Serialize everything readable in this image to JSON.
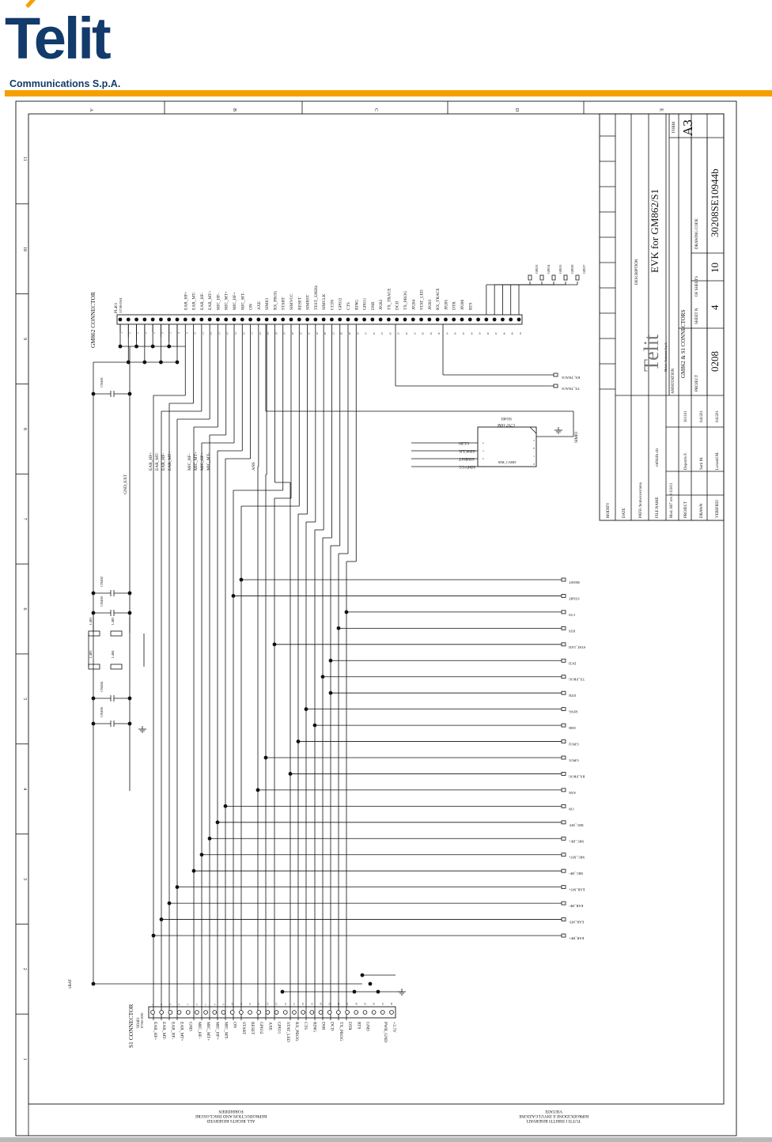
{
  "logo": {
    "brand": "Telit",
    "company": "Communications S.p.A.",
    "brand_color": "#123a6b",
    "accent_color": "#f5a000"
  },
  "frame": {
    "col_letters": [
      "A",
      "B",
      "C",
      "D",
      "E"
    ],
    "row_numbers": [
      "11",
      "10",
      "9",
      "8",
      "7",
      "6",
      "5",
      "4",
      "3",
      "2",
      "1"
    ],
    "notice_en": [
      "ALL RIGHTS RESERVED",
      "REPRODUCTION AND DISCLOSURE",
      "FORBIDDEN"
    ],
    "notice_it": [
      "TUTTI I DIRITTI RISERVATI",
      "RIPRODUZIONE E DIVULGAZIONE",
      "VIETATE"
    ]
  },
  "title_block": {
    "form_label": "FORM",
    "form": "A3",
    "description_label": "DESCRIPTION",
    "description": "EVK for GM862/S1",
    "drawing_code_label": "DRAWING CODE",
    "drawing_code": "30208SE10944b",
    "of_sheets_label": "OF SHEETS",
    "of_sheets": "10",
    "sheet_label": "SHEET N.",
    "sheet": "4",
    "project_label": "PROJECT",
    "project": "0208",
    "annotation_label": "ANNOTATION",
    "annotation": "GM862 & S1 CONNECTORS",
    "company_small": "Mobile Terminals S.p.A.",
    "modify_label": "MODIFY",
    "date_label": "DATE",
    "path_label": "PATH /home/cesr/area",
    "file_name_label": "FILE NAME",
    "file_name": "cn944b.cir",
    "mod": "Mod. 667 rev. 0 03/01",
    "project_row_label": "PROJECT",
    "project_by": "Depetris F.",
    "project_date": "301101",
    "drawn_label": "DRAWN",
    "drawn_by": "Sarti M.",
    "drawn_date": "041201",
    "verified_label": "VERIFIED",
    "verified_by": "Lorandi M.",
    "verified_date": "041201"
  },
  "gm862": {
    "title": "GM862 CONNECTOR",
    "ref": "PL401",
    "part": "53748-0504",
    "pins": [
      "EAR_HF+",
      "EAR_MT-",
      "EAR_HF-",
      "EAR_MT+",
      "MIC_HF-",
      "MIC_MT+",
      "MIC_HF+",
      "MIC_MT-",
      "ON",
      "AXE",
      "SIMIO",
      "RX_PROG",
      "START",
      "SIMVCC",
      "RESET",
      "SIMRST",
      "TEST_32KHz",
      "SIMCLK",
      "CCIN",
      "GPIO2",
      "CTS",
      "RING",
      "GPIO1",
      "DSR",
      "JP202",
      "TX_TRACE",
      "DCD",
      "TX_PROG",
      "JP204",
      "STAT_LED",
      "JP203",
      "RX_TRACE",
      "JP205",
      "DTR",
      "JP206",
      "RTS"
    ],
    "right_outs": [
      "GPIO3",
      "GPIO4",
      "GPIO5",
      "GPIO6",
      "GPIO7"
    ]
  },
  "s1": {
    "title": "S1 CONNECTOR",
    "ref": "SO401",
    "part": "87592-2090",
    "pins": [
      "EAR_HF+",
      "EAR_MT-",
      "EAR_HF-",
      "EAR_MT+",
      "GND",
      "MIC_HF-",
      "MIC_MT+",
      "MIC_HF+",
      "MIC_MT-",
      "ON",
      "START",
      "RESET",
      "GPIO2",
      "AXE",
      "GPIO1",
      "STAT_LED",
      "RX_PROG",
      "CTS",
      "RING",
      "DSR",
      "DCD",
      "TX_PROG",
      "DTR",
      "RTS",
      "GND",
      "",
      "PWR_GND",
      "+3.7V"
    ]
  },
  "nets": {
    "right_labels": [
      "RESET",
      "START",
      "CTS",
      "RTS",
      "STAT_LED",
      "DCD",
      "TX_PROG",
      "DTR",
      "RING",
      "DSR",
      "GPIO2",
      "GPIO1",
      "RX_PROG",
      "AXE",
      "ON",
      "MIC_MT-",
      "MIC_HF+",
      "MIC_MT+",
      "MIC_HF-",
      "EAR_MT+",
      "EAR_HF-",
      "EAR_MT-",
      "EAR_HF+"
    ],
    "trace_labels": [
      "RX_TRACE",
      "TX_TRACE"
    ],
    "vertical_labels": [
      "EAR_HF+",
      "EAR_MT-",
      "EAR_HF-",
      "EAR_MT+",
      "MIC_HF-",
      "MIC_MT+",
      "MIC_HF+",
      "MIC_MT-",
      "ANS"
    ],
    "ground_label": "GND_EXT",
    "vbat_label": "vBAT"
  },
  "sim": {
    "ref": "SO401",
    "part": "C707 10M",
    "signals": [
      "SIMVCC",
      "SIMRST",
      "SIMCLK",
      "CCIN"
    ],
    "holder_label": "SIM_CARD",
    "simio_label": "SIMIO"
  },
  "components": {
    "caps": [
      "CN401",
      "CN402",
      "CN403",
      "CN404",
      "CN405"
    ],
    "inductors": [
      "L401",
      "L402",
      "L403",
      "L404"
    ]
  }
}
